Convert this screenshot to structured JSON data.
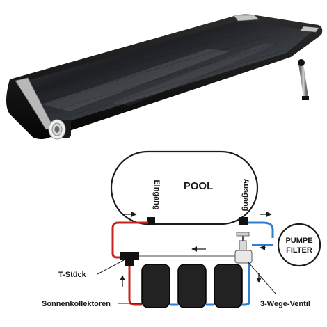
{
  "diagram": {
    "pool_label": "POOL",
    "inlet_label": "Eingang",
    "outlet_label": "Ausgang",
    "pump_label_line1": "PUMPE",
    "pump_label_line2": "FILTER",
    "tee_label": "T-Stück",
    "collectors_label": "Sonnenkollektoren",
    "valve_label": "3-Wege-Ventil"
  },
  "colors": {
    "hot_pipe": "#c8241f",
    "cold_pipe": "#2f7fd0",
    "outline": "#1c1c1c",
    "panel": "#222222",
    "bypass_pipe": "#b9b9b9"
  },
  "icons": {
    "product": "solar-collector-photo",
    "flow": "flow-arrow-icon",
    "valve": "three-way-valve-icon",
    "tee": "tee-fitting-icon"
  }
}
